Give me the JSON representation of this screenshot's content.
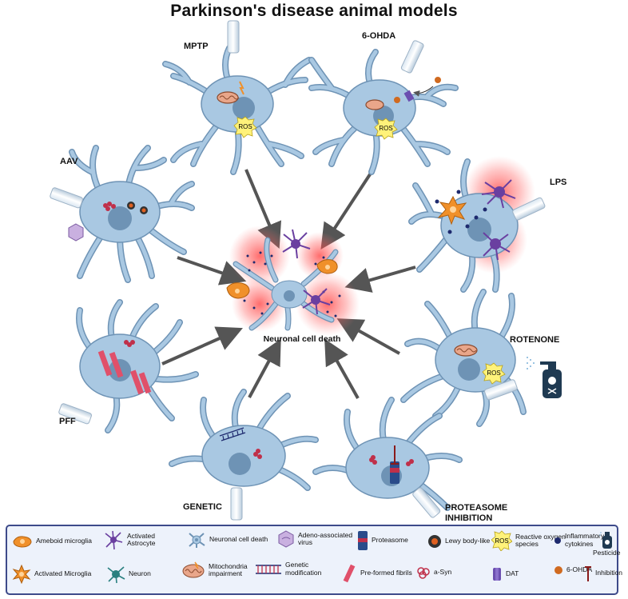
{
  "title": "Parkinson's disease animal models",
  "center_label": "Neuronal cell death",
  "models": {
    "mptp": "MPTP",
    "ohda": "6-OHDA",
    "aav": "AAV",
    "lps": "LPS",
    "rotenone": "ROTENONE",
    "pff": "PFF",
    "genetic": "GENETIC",
    "proteasome_line1": "PROTEASOME",
    "proteasome_line2": "INHIBITION"
  },
  "ros_text": "ROS",
  "legend": {
    "ameboid_microglia": "Ameboid microglia",
    "activated_astrocyte_1": "Activated",
    "activated_astrocyte_2": "Astrocyte",
    "neuronal_cell_death": "Neuronal cell death",
    "aav_1": "Adeno-associated",
    "aav_2": "virus",
    "proteasome": "Proteasome",
    "lewy_body": "Lewy body-like",
    "ros_1": "Reactive oxygen",
    "ros_2": "species",
    "cytokines_1": "Inflammatory",
    "cytokines_2": "cytokines",
    "pesticide": "Pesticide",
    "activated_microglia": "Activated Microglia",
    "neuron": "Neuron",
    "mito_1": "Mitochondria",
    "mito_2": "impairment",
    "genetic_1": "Genetic",
    "genetic_2": "modification",
    "pff": "Pre-formed fibrils",
    "asyn": "a-Syn",
    "dat": "DAT",
    "ohda": "6-OHDA",
    "inhibition": "Inhibition"
  },
  "colors": {
    "neuron_fill": "#a9c8e2",
    "neuron_stroke": "#6e93b5",
    "nucleus": "#6e93b5",
    "microglia": "#f0902a",
    "astrocyte": "#6a3fa0",
    "ros": "#fff27a",
    "glow": "#ff3b3b",
    "legend_border": "#3d4a8a",
    "legend_bg": "#edf2fb"
  }
}
